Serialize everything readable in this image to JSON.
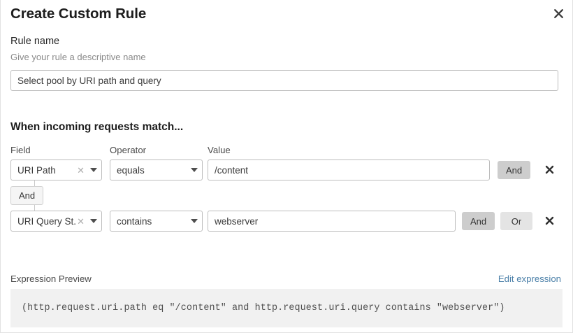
{
  "dialog": {
    "title": "Create Custom Rule",
    "close_icon": "close-icon"
  },
  "rule_name": {
    "label": "Rule name",
    "help": "Give your rule a descriptive name",
    "value": "Select pool by URI path and query",
    "placeholder": "Select pool by URI path and query"
  },
  "conditions_section": {
    "heading": "When incoming requests match...",
    "columns": {
      "field": "Field",
      "operator": "Operator",
      "value": "Value"
    },
    "connector": {
      "label": "And"
    },
    "rows": [
      {
        "field": "URI Path",
        "operator": "equals",
        "value": "/content",
        "clear_icon": "clear-x-icon",
        "caret_icon": "chevron-down-icon",
        "delete_icon": "delete-x-icon",
        "logic_buttons": [
          {
            "label": "And",
            "selected": true
          }
        ]
      },
      {
        "field": "URI Query St...",
        "operator": "contains",
        "value": "webserver",
        "clear_icon": "clear-x-icon",
        "caret_icon": "chevron-down-icon",
        "delete_icon": "delete-x-icon",
        "logic_buttons": [
          {
            "label": "And",
            "selected": true
          },
          {
            "label": "Or",
            "selected": false
          }
        ]
      }
    ]
  },
  "expression_preview": {
    "label": "Expression Preview",
    "edit_link": "Edit expression",
    "code": "(http.request.uri.path eq \"/content\" and http.request.uri.query contains \"webserver\")"
  },
  "colors": {
    "link": "#4a7fa8",
    "logic_selected_bg": "#cdcdcd",
    "logic_plain_bg": "#e4e4e4",
    "code_bg": "#f1f1f1",
    "border": "#bdbdbd"
  }
}
